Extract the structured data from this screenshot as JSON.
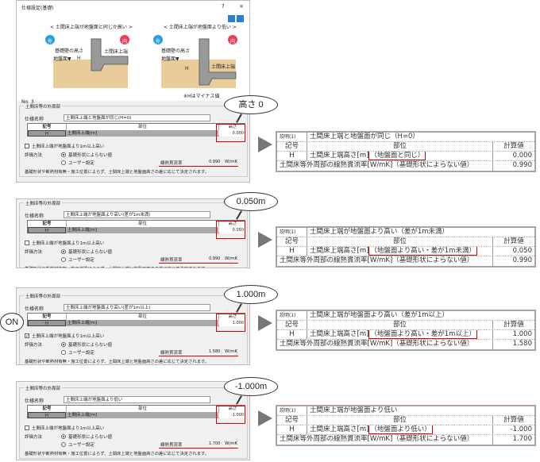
{
  "dialog": {
    "title": "仕様設定(基礎)",
    "help": "?",
    "close": "×",
    "no": "No. 3",
    "left_caption": "< 土間床上端が地盤面と同じか高い >",
    "right_caption": "< 土間床上端が地盤面より低い >",
    "outside": "外",
    "inside": "内",
    "wall_height": "基礎壁の高さ",
    "ground": "地盤面▼",
    "floor_top": "土間床上端",
    "h": "H",
    "minus_note": "※Hはマイナス値"
  },
  "common": {
    "group_title": "土間床等の外周部",
    "spec_label": "仕様名称",
    "col_symbol": "記号",
    "col_part": "部位",
    "col_height": "高さ",
    "row_symbol": "H",
    "row_part": "土間床上端[m]",
    "checkbox_label": "土間床上端が地盤面より1m以上高い",
    "eval_label": "評価方法",
    "radio1": "基礎形状によらない値",
    "radio2": "ユーザー設定",
    "coef_label": "線熱貫流率",
    "unit": "W/mK",
    "note": "基礎形状や断熱材有無・施工位置によらず、土間床上端と地盤面高さの差に応じて決定されます。",
    "rt_desc": "説明(1)",
    "rt_symbol": "記号",
    "rt_part": "部位",
    "rt_value": "計算値",
    "rt_h": "H",
    "rt_part_prefix": "土間床上端高さ[m]",
    "rt_coef_row": "土間床等外周部の線熱貫流率[W/mK]（基礎形状によらない値）"
  },
  "panels": [
    {
      "spec_name": "土間床上端と地盤面が同じ(H=0)",
      "height": "0.000",
      "checked": false,
      "coef": "0.990",
      "callout": "高さ 0",
      "rt_title": "土間床上端と地盤面が同じ（H=0）",
      "rt_note": "（地盤面と同じ）",
      "rt_h_value": "0.000",
      "rt_coef": "0.990"
    },
    {
      "spec_name": "土間床上端が地盤面より高い(差が1m未満)",
      "height": "0.050",
      "checked": false,
      "coef": "0.990",
      "callout": "0.050m",
      "rt_title": "土間床上端が地盤面より高い（差が1m未満）",
      "rt_note": "（地盤面より高い・差が1m未満）",
      "rt_h_value": "0.050",
      "rt_coef": "0.990"
    },
    {
      "spec_name": "土間床上端が地盤面より高い(差が1m以上)",
      "height": "1.000",
      "checked": true,
      "coef": "1.580",
      "callout": "1.000m",
      "on_label": "ON",
      "rt_title": "土間床上端が地盤面より高い（差が1m以上）",
      "rt_note": "（地盤面より高い・差が1m以上）",
      "rt_h_value": "1.000",
      "rt_coef": "1.580"
    },
    {
      "spec_name": "土間床上端が地盤面より低い",
      "height": "-1.000",
      "checked": false,
      "coef": "1.700",
      "callout": "-1.000m",
      "rt_title": "土間床上端が地盤面より低い",
      "rt_note": "（地盤面より低い）",
      "rt_h_value": "-1.000",
      "rt_coef": "1.700"
    }
  ],
  "colors": {
    "accent_red": "#dd0000",
    "outside_blue": "#2a9fe0",
    "inside_red": "#e8405a"
  }
}
